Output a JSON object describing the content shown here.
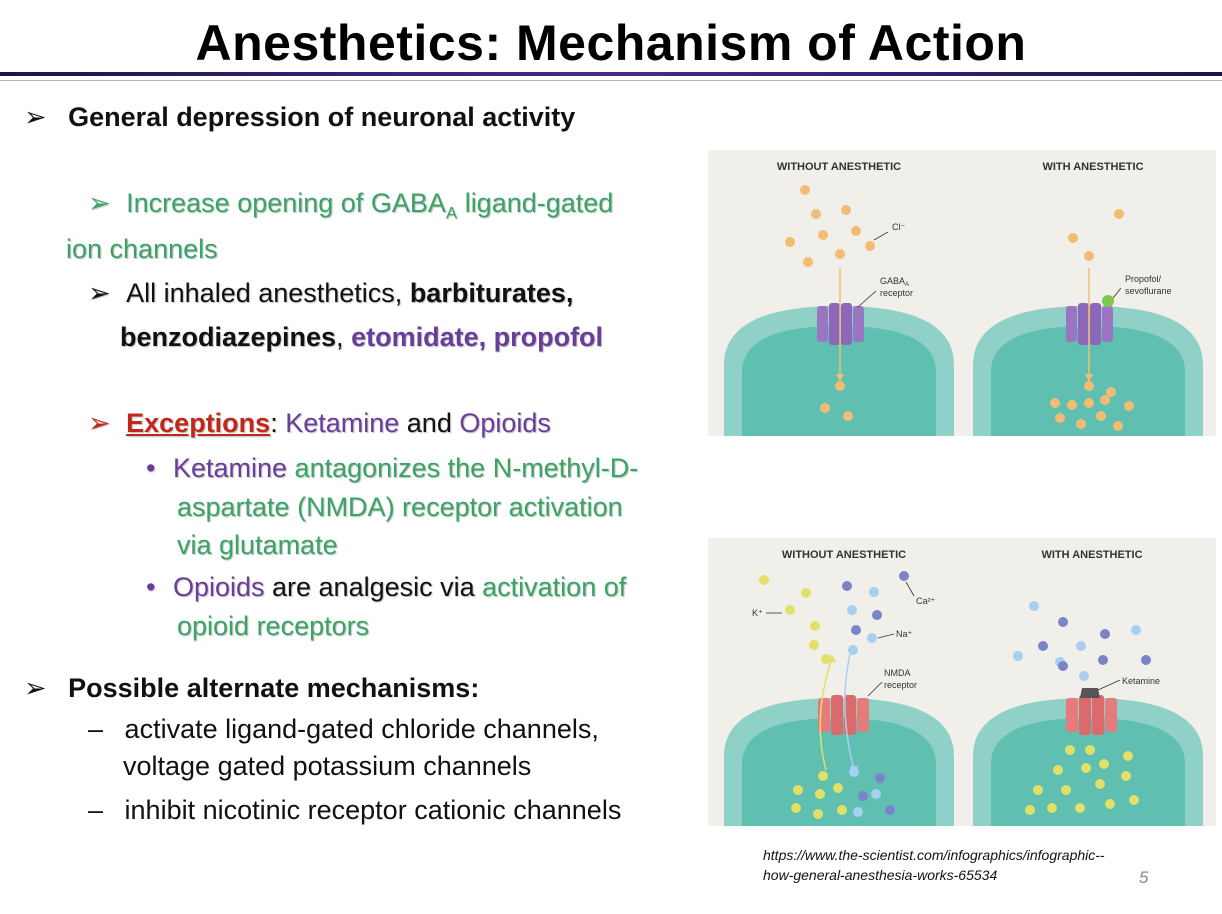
{
  "title": "Anesthetics: Mechanism of Action",
  "bullets": {
    "b1": "General depression of neuronal activity",
    "gaba_a": "Increase opening of GABA",
    "gaba_sub": "A",
    "gaba_b": " ligand-gated",
    "gaba_c": "ion channels",
    "inh_a": "All inhaled anesthetics, ",
    "inh_b": "barbiturates,",
    "inh_c": "benzodiazepines",
    "inh_d": ", ",
    "inh_e": "etomidate, propofol",
    "exc_a": "Exceptions",
    "exc_b": ": ",
    "exc_c": "Ketamine",
    "exc_d": " and ",
    "exc_e": "Opioids",
    "ket_a": "Ketamine",
    "ket_b": " antagonizes the N-methyl-D-",
    "ket_c": "aspartate (NMDA) receptor activation",
    "ket_d": "via glutamate",
    "op_a": "Opioids",
    "op_b": " are analgesic via ",
    "op_c": "activation of",
    "op_d": "opioid receptors",
    "alt": "Possible alternate mechanisms:",
    "alt1a": "activate ligand-gated chloride channels,",
    "alt1b": "voltage gated potassium channels",
    "alt2": "inhibit nicotinic receptor cationic channels"
  },
  "figure_top": {
    "left_heading": "WITHOUT ANESTHETIC",
    "right_heading": "WITH ANESTHETIC",
    "cl_label": "Cl⁻",
    "gaba_label_a": "GABA",
    "gaba_label_sub": "A",
    "gaba_label_b": "receptor",
    "drug_label_a": "Propofol/",
    "drug_label_b": "sevoflurane"
  },
  "figure_bottom": {
    "left_heading": "WITHOUT ANESTHETIC",
    "right_heading": "WITH ANESTHETIC",
    "k_label": "K⁺",
    "ca_label": "Ca²⁺",
    "na_label": "Na⁺",
    "nmda_label_a": "NMDA",
    "nmda_label_b": "receptor",
    "ketamine_label": "Ketamine"
  },
  "source_a": "https://www.the-scientist.com/infographics/infographic--",
  "source_b": "how-general-anesthesia-works-65534",
  "page_number": "5",
  "colors": {
    "accent": "#3b1f6e",
    "green_text": "#3aa466",
    "purple_text": "#6a3d9a",
    "red_text": "#c0281c",
    "cell": "#5fc0b2",
    "gaba_receptor": "#9a76c2",
    "nmda_receptor": "#e57b7b",
    "chloride": "#f2bd72",
    "potassium": "#e2e068",
    "calcium": "#7a84c8",
    "sodium": "#a9cff0"
  }
}
